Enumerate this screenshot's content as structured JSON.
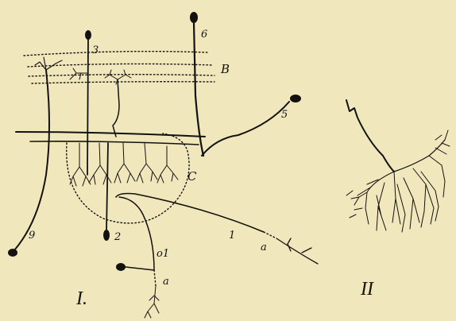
{
  "figure": {
    "panel_labels": {
      "panel_1": "I.",
      "panel_2": "II"
    },
    "region_labels": {
      "region_b": "B",
      "region_c": "C"
    },
    "neuron_labels": {
      "n1": "1",
      "n2": "2",
      "n3": "3",
      "n5": "5",
      "n6": "6",
      "n9": "9",
      "o1": "o1",
      "a_upper": "a",
      "a_lower": "a"
    },
    "ink_color": "#141210",
    "paper_color": "#f1e7bd"
  }
}
